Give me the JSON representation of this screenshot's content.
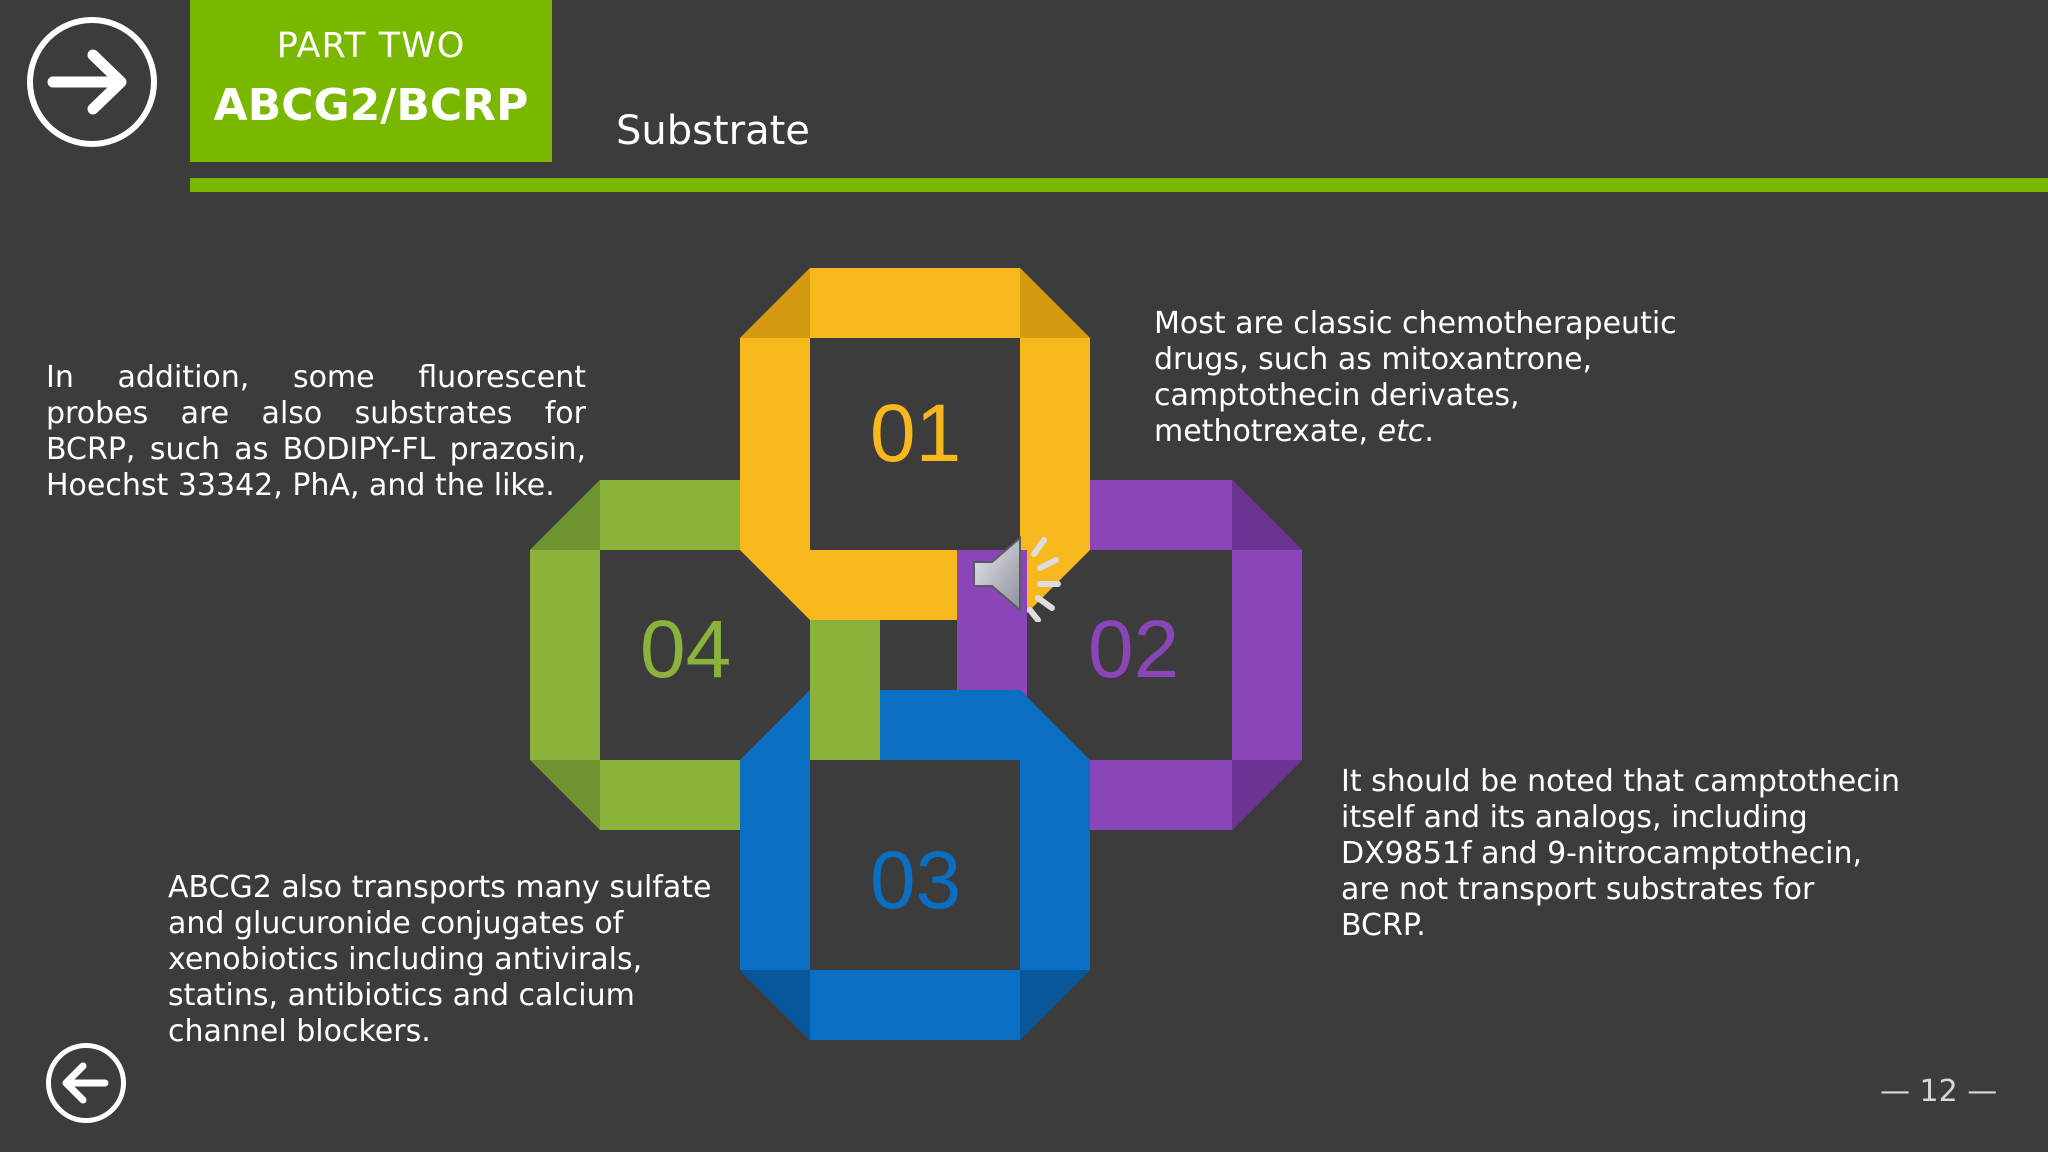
{
  "header": {
    "part_label": "PART TWO",
    "part_title": "ABCG2/BCRP",
    "section_title": "Substrate"
  },
  "diagram": {
    "items": [
      {
        "number": "01",
        "color": "#f7b81e"
      },
      {
        "number": "02",
        "color": "#8a45b8"
      },
      {
        "number": "03",
        "color": "#0a6fc2"
      },
      {
        "number": "04",
        "color": "#8bb33c"
      }
    ]
  },
  "texts": {
    "top_left": "In addition, some fluorescent probes are also substrates for BCRP, such as BODIPY-FL prazosin, Hoechst 33342, PhA, and the like.",
    "top_right_main": "Most are classic chemotherapeutic drugs, such as mitoxantrone, camptothecin derivates, methotrexate,",
    "top_right_em": "etc",
    "top_right_end": ".",
    "bottom_right": "It should be noted that camptothecin itself and its analogs, including DX9851f and 9-nitrocamptothecin, are not transport substrates for BCRP.",
    "bottom_left": "ABCG2 also transports many sulfate and glucuronide conjugates of xenobiotics including antivirals, statins, antibiotics and calcium channel blockers."
  },
  "footer": {
    "page_number": "12",
    "dash": "—"
  },
  "icons": {
    "next": "arrow-right-circle-icon",
    "prev": "arrow-left-circle-icon",
    "audio": "speaker-icon"
  },
  "colors": {
    "background": "#3c3c3c",
    "accent_green": "#7ab800"
  }
}
